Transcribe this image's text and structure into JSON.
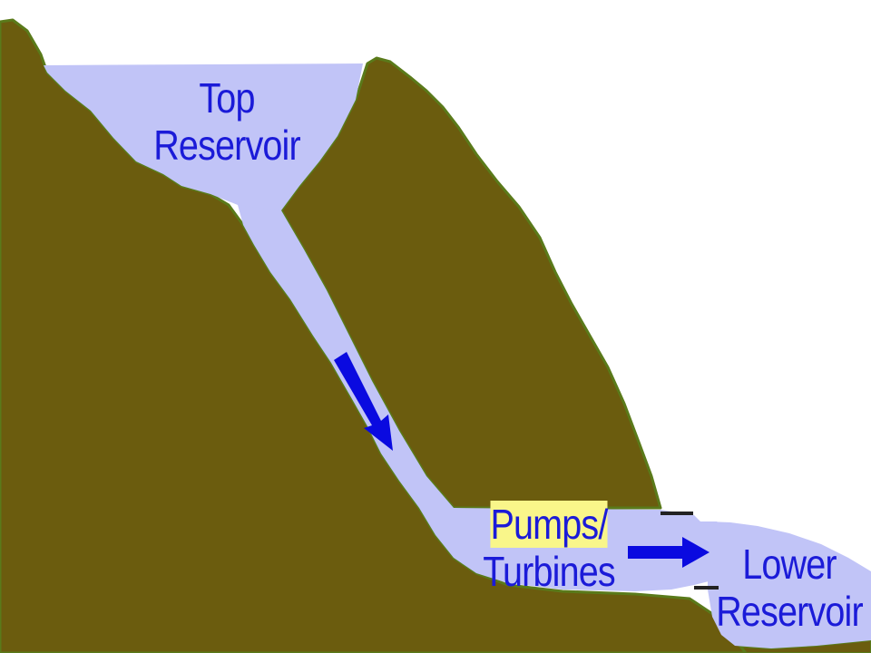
{
  "labels": {
    "top_line1": "Top",
    "top_line2": "Reservoir",
    "pumps_line1": "Pumps/",
    "pumps_line2": "Turbines",
    "lower_line1": "Lower",
    "lower_line2": "Reservoir"
  },
  "colors": {
    "terrain": "#6b5c0e",
    "terrain_edge": "#5a7a1a",
    "water": "#c1c4f7",
    "text": "#1b1bd8",
    "arrow": "#0a0ae0",
    "highlight": "#f9f68a",
    "background": "#ffffff"
  },
  "icons": {
    "flow_down": "arrow-down-right-icon",
    "flow_right": "arrow-right-icon"
  }
}
